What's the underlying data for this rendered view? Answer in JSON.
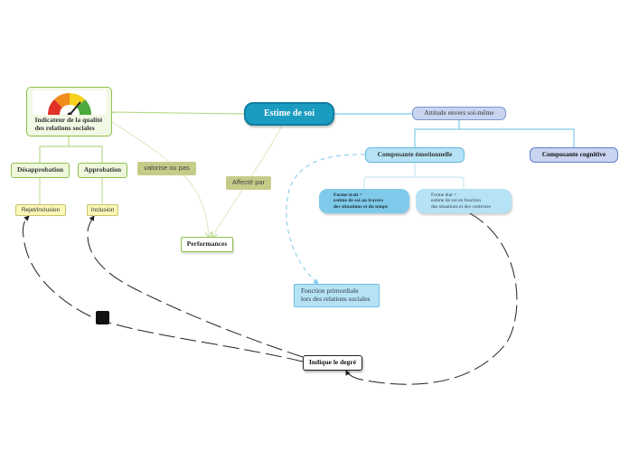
{
  "colors": {
    "root": "#1a9cc1",
    "green_border": "#8cc14a",
    "green_fill": "#eef7dc",
    "yellow_fill": "#fbf7b8",
    "olive_label": "#c5cc89",
    "blue_fill": "#b6e2f5",
    "lavender_fill": "#c8d4f0",
    "connector_blue": "#7fcaea",
    "connector_green": "#b8d98a",
    "connector_dark": "#222222"
  },
  "nodes": {
    "root": "Estime de soi",
    "gauge": {
      "icon": "gauge-icon",
      "label": "Indicateur de la qualité\ndes relations sociales"
    },
    "desapprobation": "Désapprobation",
    "approbation": "Approbation",
    "rejet_inclusion": "Rejet/inclusion",
    "inclusion": "Inclusion",
    "performances": "Performances",
    "attitude": "Attitude envers soi-même",
    "composante_emotionnelle": "Composante émotionnelle",
    "composante_cognitive": "Composante cognitive",
    "forme_trait": "Forme trait =\nestime de soi au travers\ndes situations et du temps",
    "forme_etat": "Forme état =\nestime de soi en fonction\ndes situations et des contextes",
    "fonction_primordiale": "Fonction primordiale\nlors des relations sociales",
    "indique_degre": "Indique le degré"
  },
  "relations": {
    "valorise": "valorise ou pas",
    "affecte": "Affecté par"
  }
}
